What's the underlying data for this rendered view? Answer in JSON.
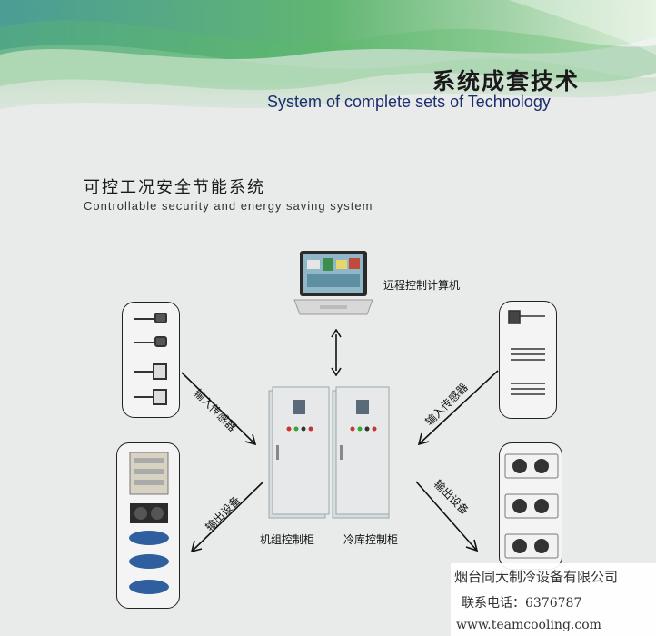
{
  "header": {
    "title_cn": "系统成套技术",
    "title_en": "System of complete sets of Technology"
  },
  "section": {
    "title_cn": "可控工况安全节能系统",
    "title_en": "Controllable security and energy saving system"
  },
  "nodes": {
    "remote_computer": "远程控制计算机",
    "unit_cabinet": "机组控制柜",
    "cold_storage_cabinet": "冷库控制柜"
  },
  "arrows": {
    "input_left": "输入传感器",
    "output_left": "输出设备",
    "input_right": "输入传感器",
    "output_right": "输出设备"
  },
  "company": {
    "name": "烟台同大制冷设备有限公司",
    "phone": "联系电话：6376787",
    "website": "www.teamcooling.com"
  },
  "colors": {
    "banner_green": "#3d9a5a",
    "banner_teal": "#2f8f86",
    "title_blue": "#1b2e6e"
  }
}
